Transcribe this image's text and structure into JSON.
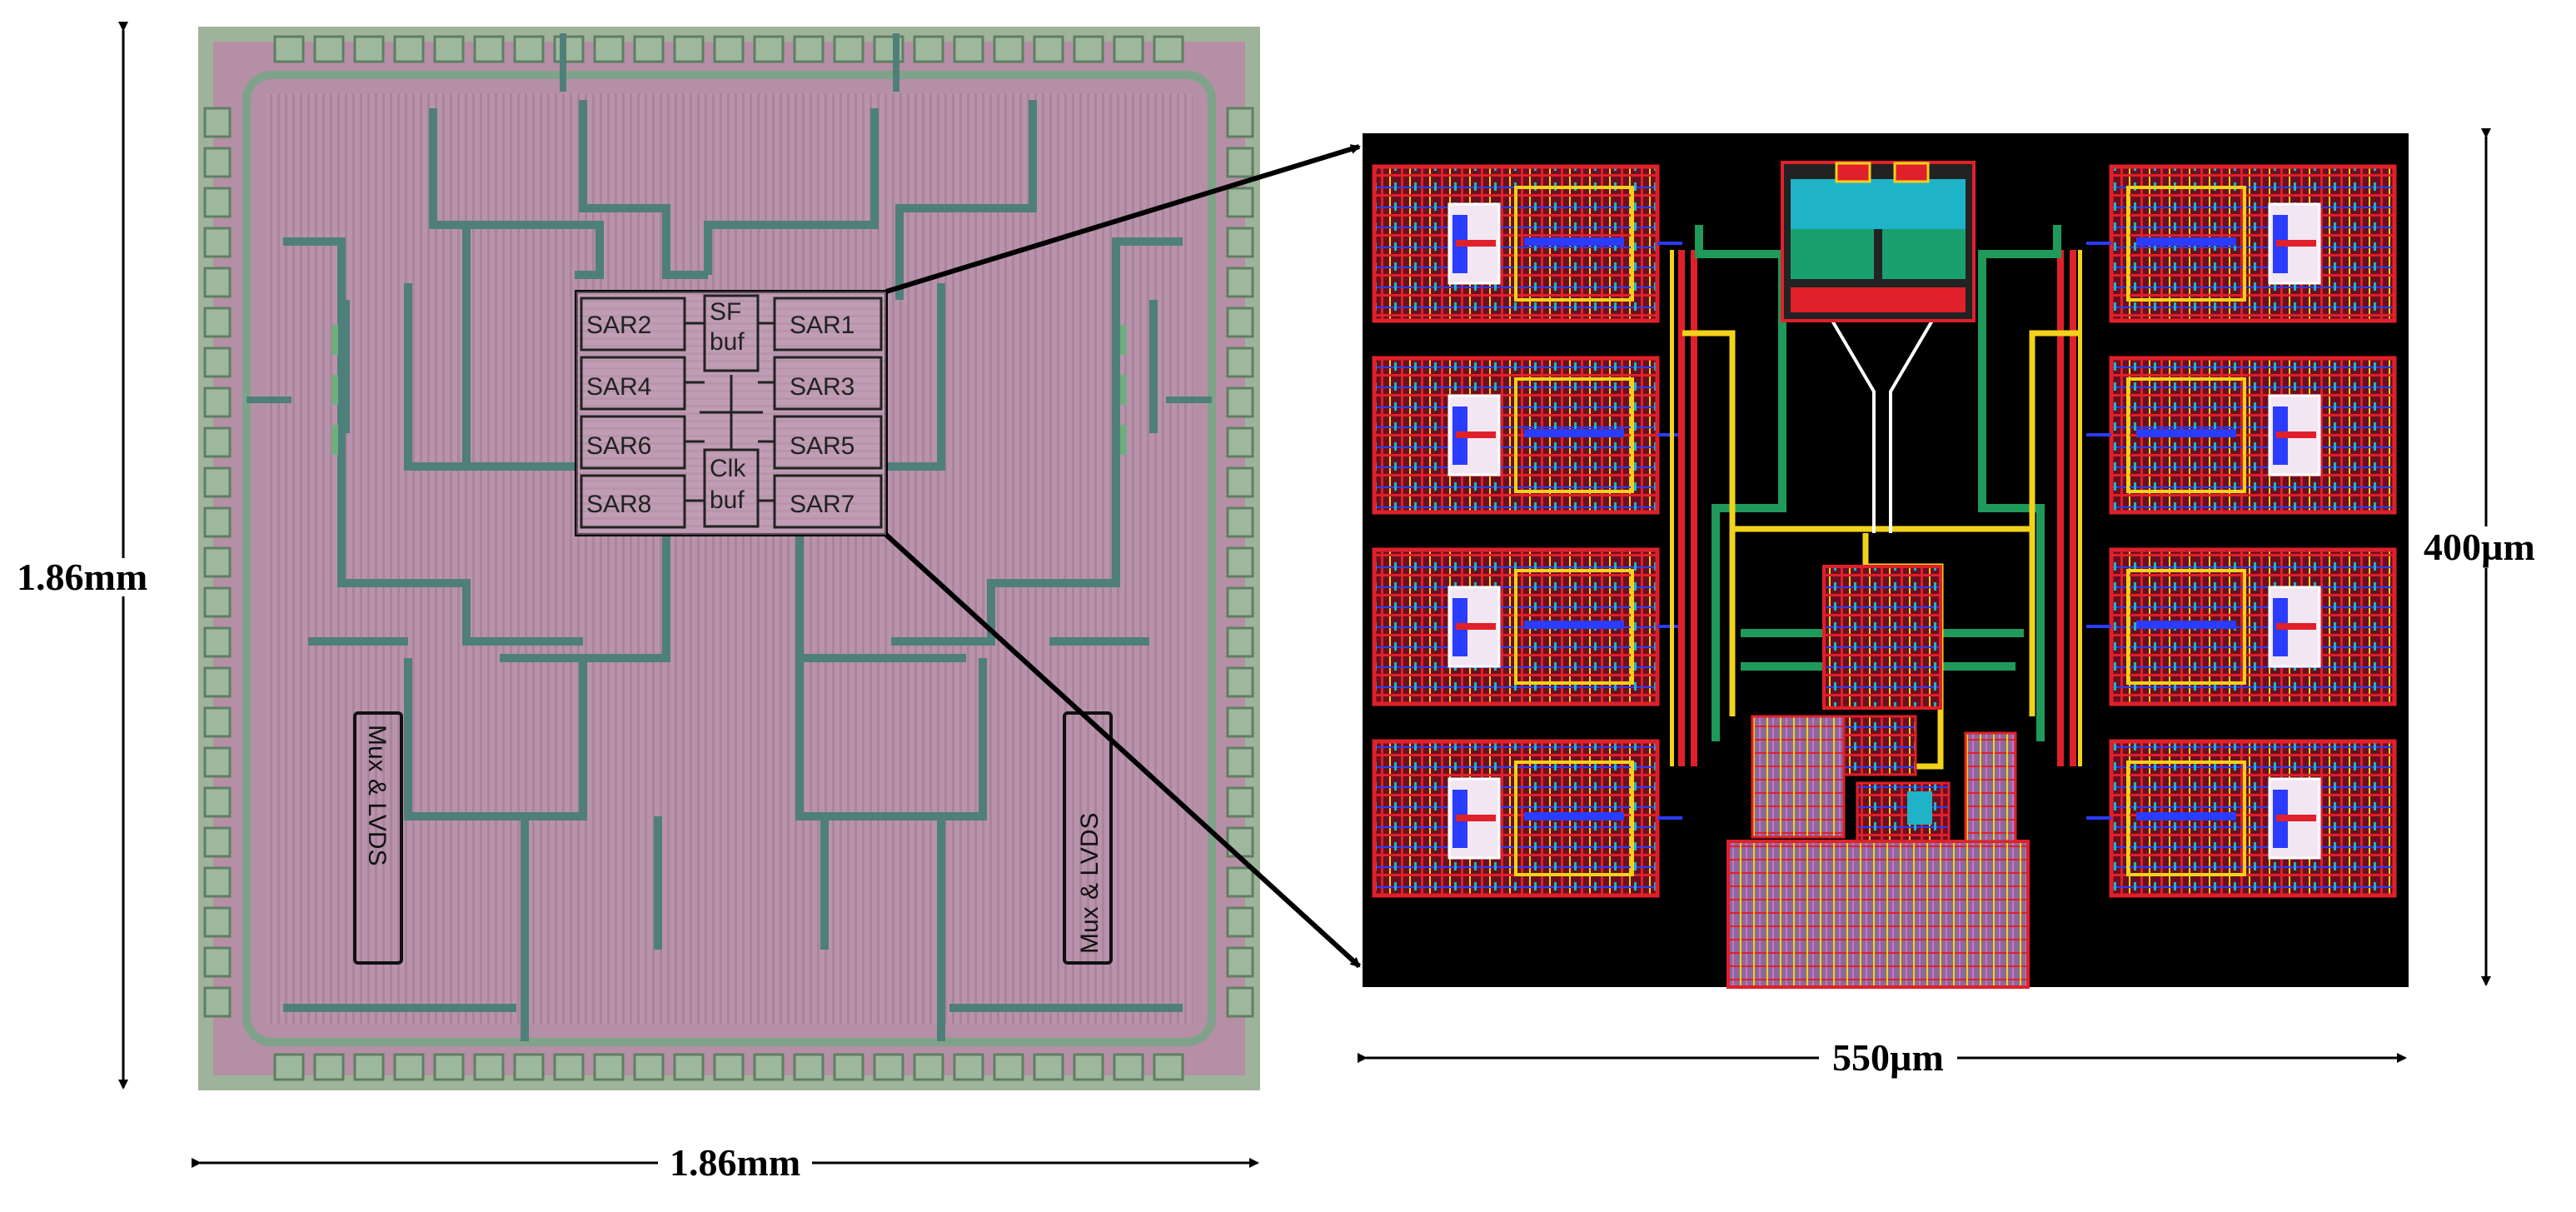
{
  "labels": {
    "die_height": "1.86mm",
    "die_width": "1.86mm",
    "layout_height": "400µm",
    "layout_width": "550µm"
  },
  "blocks": {
    "sar": [
      "SAR2",
      "SAR1",
      "SAR4",
      "SAR3",
      "SAR6",
      "SAR5",
      "SAR8",
      "SAR7"
    ],
    "sf_buf": [
      "SF",
      "buf"
    ],
    "clk_buf": [
      "Clk",
      "buf"
    ],
    "mux_lvds_left": "Mux & LVDS",
    "mux_lvds_right": "Mux & LVDS"
  },
  "colors": {
    "die_bg": "#b48ea4",
    "die_border": "#8aa08a",
    "pad": "#9db89d",
    "route": "#4f7f7a",
    "layout_bg": "#000000",
    "layout_red": "#e0202a",
    "layout_blue": "#2a3cff",
    "layout_yellow": "#f2d21a",
    "layout_green": "#1f9a5a"
  }
}
